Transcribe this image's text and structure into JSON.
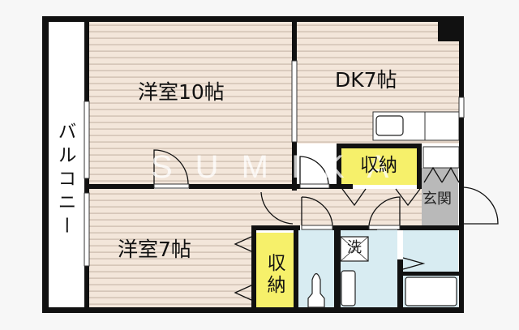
{
  "floorplan": {
    "watermark": "SUMIKA",
    "colors": {
      "background": "#f7f7f7",
      "wall": "#111111",
      "floor": "#f3e6da",
      "floor_lines": "#c9b9ab",
      "storage": "#f6f06a",
      "wet_area": "#d8ecf2",
      "entrance": "#b9b9b9",
      "balcony": "#ffffff"
    },
    "rooms": {
      "balcony": {
        "label": "バルコニー"
      },
      "western_room_10": {
        "label": "洋室10帖"
      },
      "dk": {
        "label": "DK7帖"
      },
      "western_room_7": {
        "label": "洋室7帖"
      },
      "storage_upper": {
        "label": "収納"
      },
      "storage_lower": {
        "label": "収納"
      },
      "entrance": {
        "label": "玄関"
      },
      "washer": {
        "label": "洗"
      }
    }
  }
}
